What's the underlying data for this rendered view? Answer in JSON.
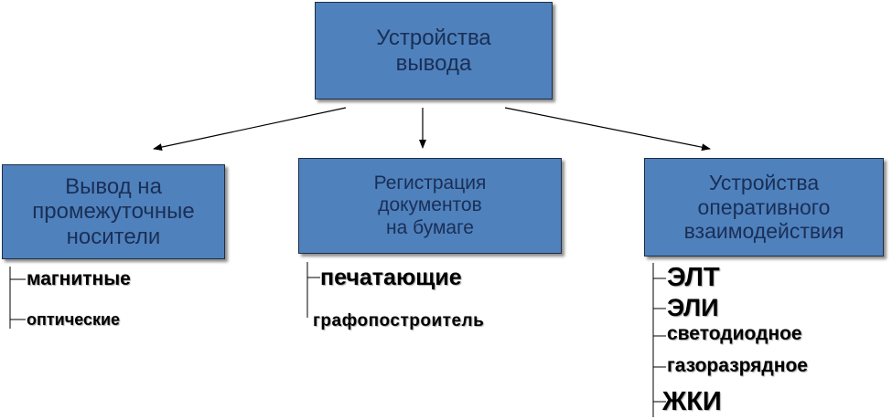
{
  "diagram": {
    "root": "Устройства\nвывода",
    "branches": [
      {
        "label": "Вывод на\nпромежуточные\nносители",
        "items": [
          "магнитные",
          "оптические"
        ]
      },
      {
        "label": "Регистрация\nдокументов\nна бумаге",
        "items": [
          "печатающие",
          "графопостроитель"
        ]
      },
      {
        "label": "Устройства\nоперативного\nвзаимодействия",
        "items": [
          "ЭЛТ",
          "ЭЛИ",
          "светодиодное",
          "газоразрядное",
          "ЖКИ"
        ]
      }
    ]
  },
  "colors": {
    "box_fill": "#4f81bd",
    "box_text": "#1a2f55",
    "line": "#000000"
  }
}
